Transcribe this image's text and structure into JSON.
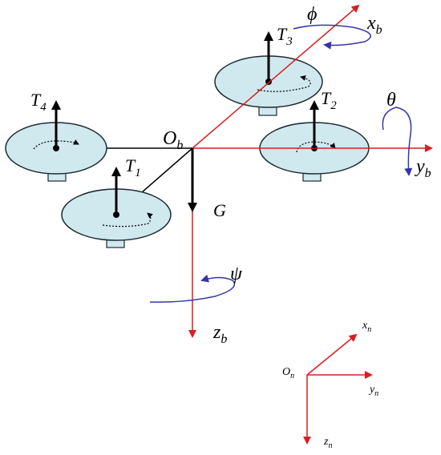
{
  "colors": {
    "body_axis": "#d62020",
    "nav_axis": "#d62020",
    "rotation": "#3535a8",
    "rotor_fill": "#cfe9ef",
    "rotor_stroke": "#1e2a30",
    "arm": "#000000",
    "force": "#000000"
  },
  "body_frame": {
    "origin_main": "O",
    "origin_sub": "b"
  },
  "axes": {
    "xb": {
      "main": "x",
      "sub": "b"
    },
    "yb": {
      "main": "y",
      "sub": "b"
    },
    "zb": {
      "main": "z",
      "sub": "b"
    }
  },
  "angles": {
    "roll": "ϕ",
    "pitch": "θ",
    "yaw": "ψ"
  },
  "gravity": "G",
  "thrusts": [
    {
      "main": "T",
      "sub": "1"
    },
    {
      "main": "T",
      "sub": "2"
    },
    {
      "main": "T",
      "sub": "3"
    },
    {
      "main": "T",
      "sub": "4"
    }
  ],
  "nav_frame": {
    "origin": {
      "main": "O",
      "sub": "n"
    },
    "x": {
      "main": "x",
      "sub": "n"
    },
    "y": {
      "main": "y",
      "sub": "n"
    },
    "z": {
      "main": "z",
      "sub": "n"
    }
  },
  "icons": [
    "rotor-icon",
    "arrow-icon",
    "rotation-arrow-icon"
  ]
}
